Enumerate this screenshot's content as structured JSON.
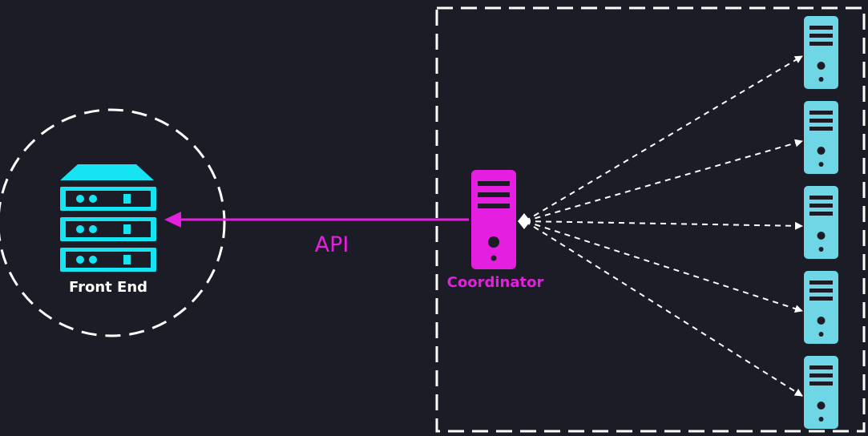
{
  "colors": {
    "background": "#1b1c25",
    "frontend_cyan": "#17e4f2",
    "worker_cyan": "#6fd6e6",
    "coordinator_magenta": "#e51fe0",
    "dashed_white": "#ffffff"
  },
  "frontend": {
    "label": "Front End",
    "icon": "server-rack-icon"
  },
  "api_link": {
    "label": "API"
  },
  "coordinator": {
    "label": "Coordinator",
    "icon": "server-tower-icon"
  },
  "workers": [
    {
      "icon": "server-tower-icon"
    },
    {
      "icon": "server-tower-icon"
    },
    {
      "icon": "server-tower-icon"
    },
    {
      "icon": "server-tower-icon"
    },
    {
      "icon": "server-tower-icon"
    }
  ]
}
